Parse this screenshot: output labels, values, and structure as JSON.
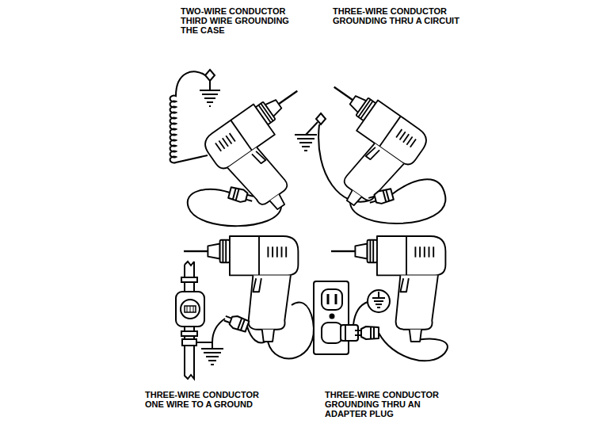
{
  "diagram": {
    "labels": [
      "TWO-WIRE CONDUCTOR THIRD WIRE GROUNDING THE CASE",
      "THREE-WIRE CONDUCTOR GROUNDING THRU A CIRCUIT",
      "THREE-WIRE CONDUCTOR ONE WIRE TO A GROUND",
      "THREE-WIRE CONDUCTOR GROUNDING THRU AN ADAPTER PLUG"
    ]
  }
}
